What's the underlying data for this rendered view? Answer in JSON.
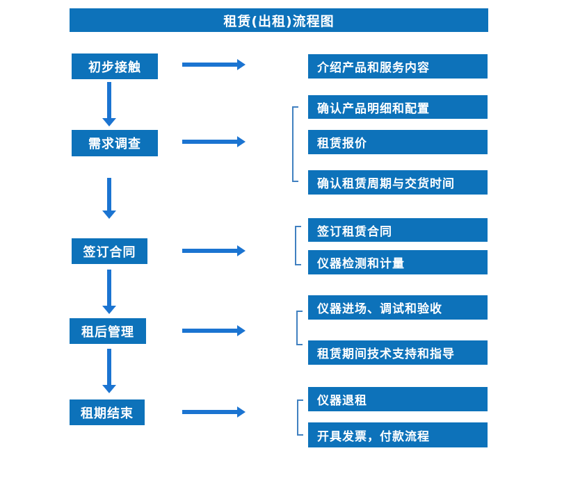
{
  "title": "租赁(出租)流程图",
  "colors": {
    "box": "#0d72ba",
    "arrow": "#1b74d1",
    "bracket": "#4080c0",
    "text": "#ffffff"
  },
  "steps": [
    {
      "label": "初步接触"
    },
    {
      "label": "需求调查"
    },
    {
      "label": "签订合同"
    },
    {
      "label": "租后管理"
    },
    {
      "label": "租期结束"
    }
  ],
  "details": [
    {
      "items": [
        "介绍产品和服务内容"
      ]
    },
    {
      "items": [
        "确认产品明细和配置",
        "租赁报价",
        "确认租赁周期与交货时间"
      ]
    },
    {
      "items": [
        "签订租赁合同",
        "仪器检测和计量"
      ]
    },
    {
      "items": [
        "仪器进场、调试和验收",
        "租赁期间技术支持和指导"
      ]
    },
    {
      "items": [
        "仪器退租",
        "开具发票，付款流程"
      ]
    }
  ]
}
